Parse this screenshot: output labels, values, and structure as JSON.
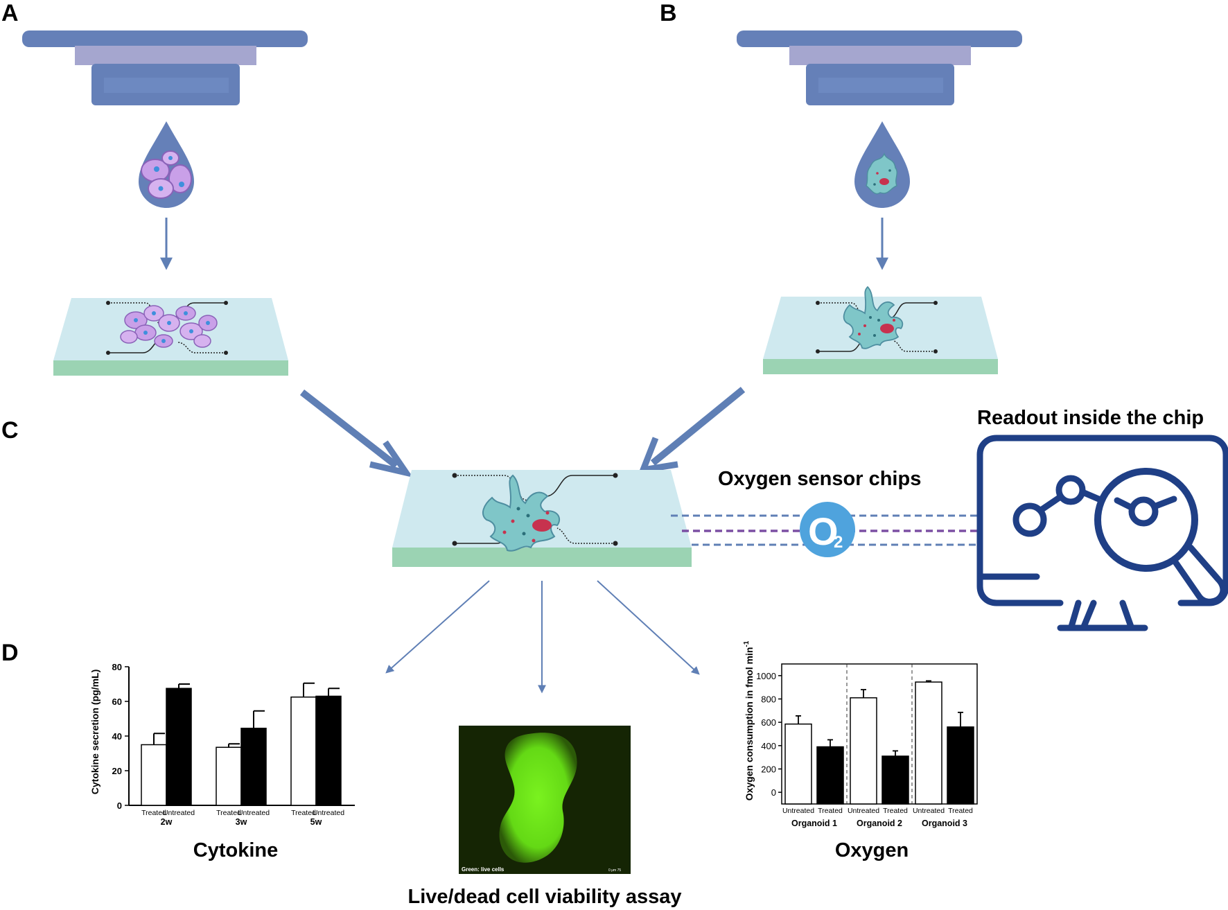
{
  "panels": {
    "a": "A",
    "b": "B",
    "c": "C",
    "d": "D"
  },
  "labels": {
    "readout": "Readout inside the chip",
    "oxygen_sensor": "Oxygen sensor chips",
    "o2_main": "O",
    "o2_sub": "2",
    "cytokine": "Cytokine",
    "oxygen": "Oxygen",
    "viability": "Live/dead cell viability assay",
    "micro_caption": "Green: live cells",
    "micro_scale": "0    μm    75"
  },
  "colors": {
    "printer": "#6580b8",
    "printer_light": "#a5a6cf",
    "chip_top": "#cfe9ef",
    "chip_side": "#9bd3b3",
    "arrow": "#5f7fb5",
    "monitor": "#1f3f86",
    "o2_circle": "#4fa3dd",
    "cell_pink": "#c9a0e8",
    "cell_teal": "#6fb9b9",
    "microscopy_green": "#6fe51a"
  },
  "chart_data": [
    {
      "type": "bar",
      "ylabel": "Cytokine secretion (pg/mL)",
      "ylim": [
        0,
        80
      ],
      "yticks": [
        "0",
        "20",
        "40",
        "60",
        "80"
      ],
      "groups": [
        "2w",
        "3w",
        "5w"
      ],
      "categories": [
        "Treated",
        "Untreated",
        "Treated",
        "Untreated",
        "Treated",
        "Untreated"
      ],
      "series": [
        {
          "values": [
            35,
            67.5,
            33.5,
            44.5,
            62.5,
            63
          ],
          "errors": [
            6.5,
            2.5,
            2,
            10,
            8,
            4.5
          ]
        }
      ],
      "grid": false
    },
    {
      "type": "bar",
      "ylabel": "Oxygen consumption in fmol min",
      "ylabel_sup": "-1",
      "ylim": [
        -100,
        1100
      ],
      "yticks": [
        "0",
        "200",
        "400",
        "600",
        "800",
        "1000"
      ],
      "groups": [
        "Organoid 1",
        "Organoid 2",
        "Organoid 3"
      ],
      "categories": [
        "Untreated",
        "Treated",
        "Untreated",
        "Treated",
        "Untreated",
        "Treated"
      ],
      "series": [
        {
          "values": [
            585,
            390,
            810,
            310,
            945,
            560
          ],
          "errors": [
            70,
            60,
            70,
            45,
            10,
            125
          ]
        }
      ],
      "grid": false
    }
  ]
}
